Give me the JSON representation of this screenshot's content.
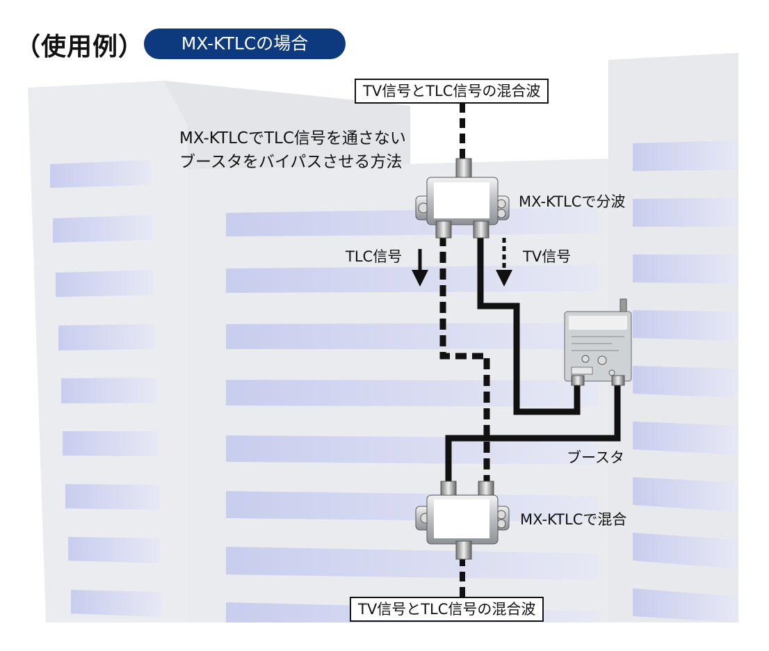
{
  "header": {
    "title": "（使用例）",
    "badge": "MX-KTLCの場合"
  },
  "labels": {
    "input_signal": "TV信号とTLC信号の混合波",
    "method_line1": "MX-KTLCでTLC信号を通さない",
    "method_line2": "ブースタをバイパスさせる方法",
    "split": "MX-KTLCで分波",
    "tlc_signal": "TLC信号",
    "tv_signal": "TV信号",
    "booster": "ブースタ",
    "mix": "MX-KTLCで混合",
    "output_signal": "TV信号とTLC信号の混合波"
  },
  "colors": {
    "badge_bg": "#0d3a7e",
    "building": "#e9eaee",
    "window": "#dfe2f2",
    "cable": "#111111"
  }
}
